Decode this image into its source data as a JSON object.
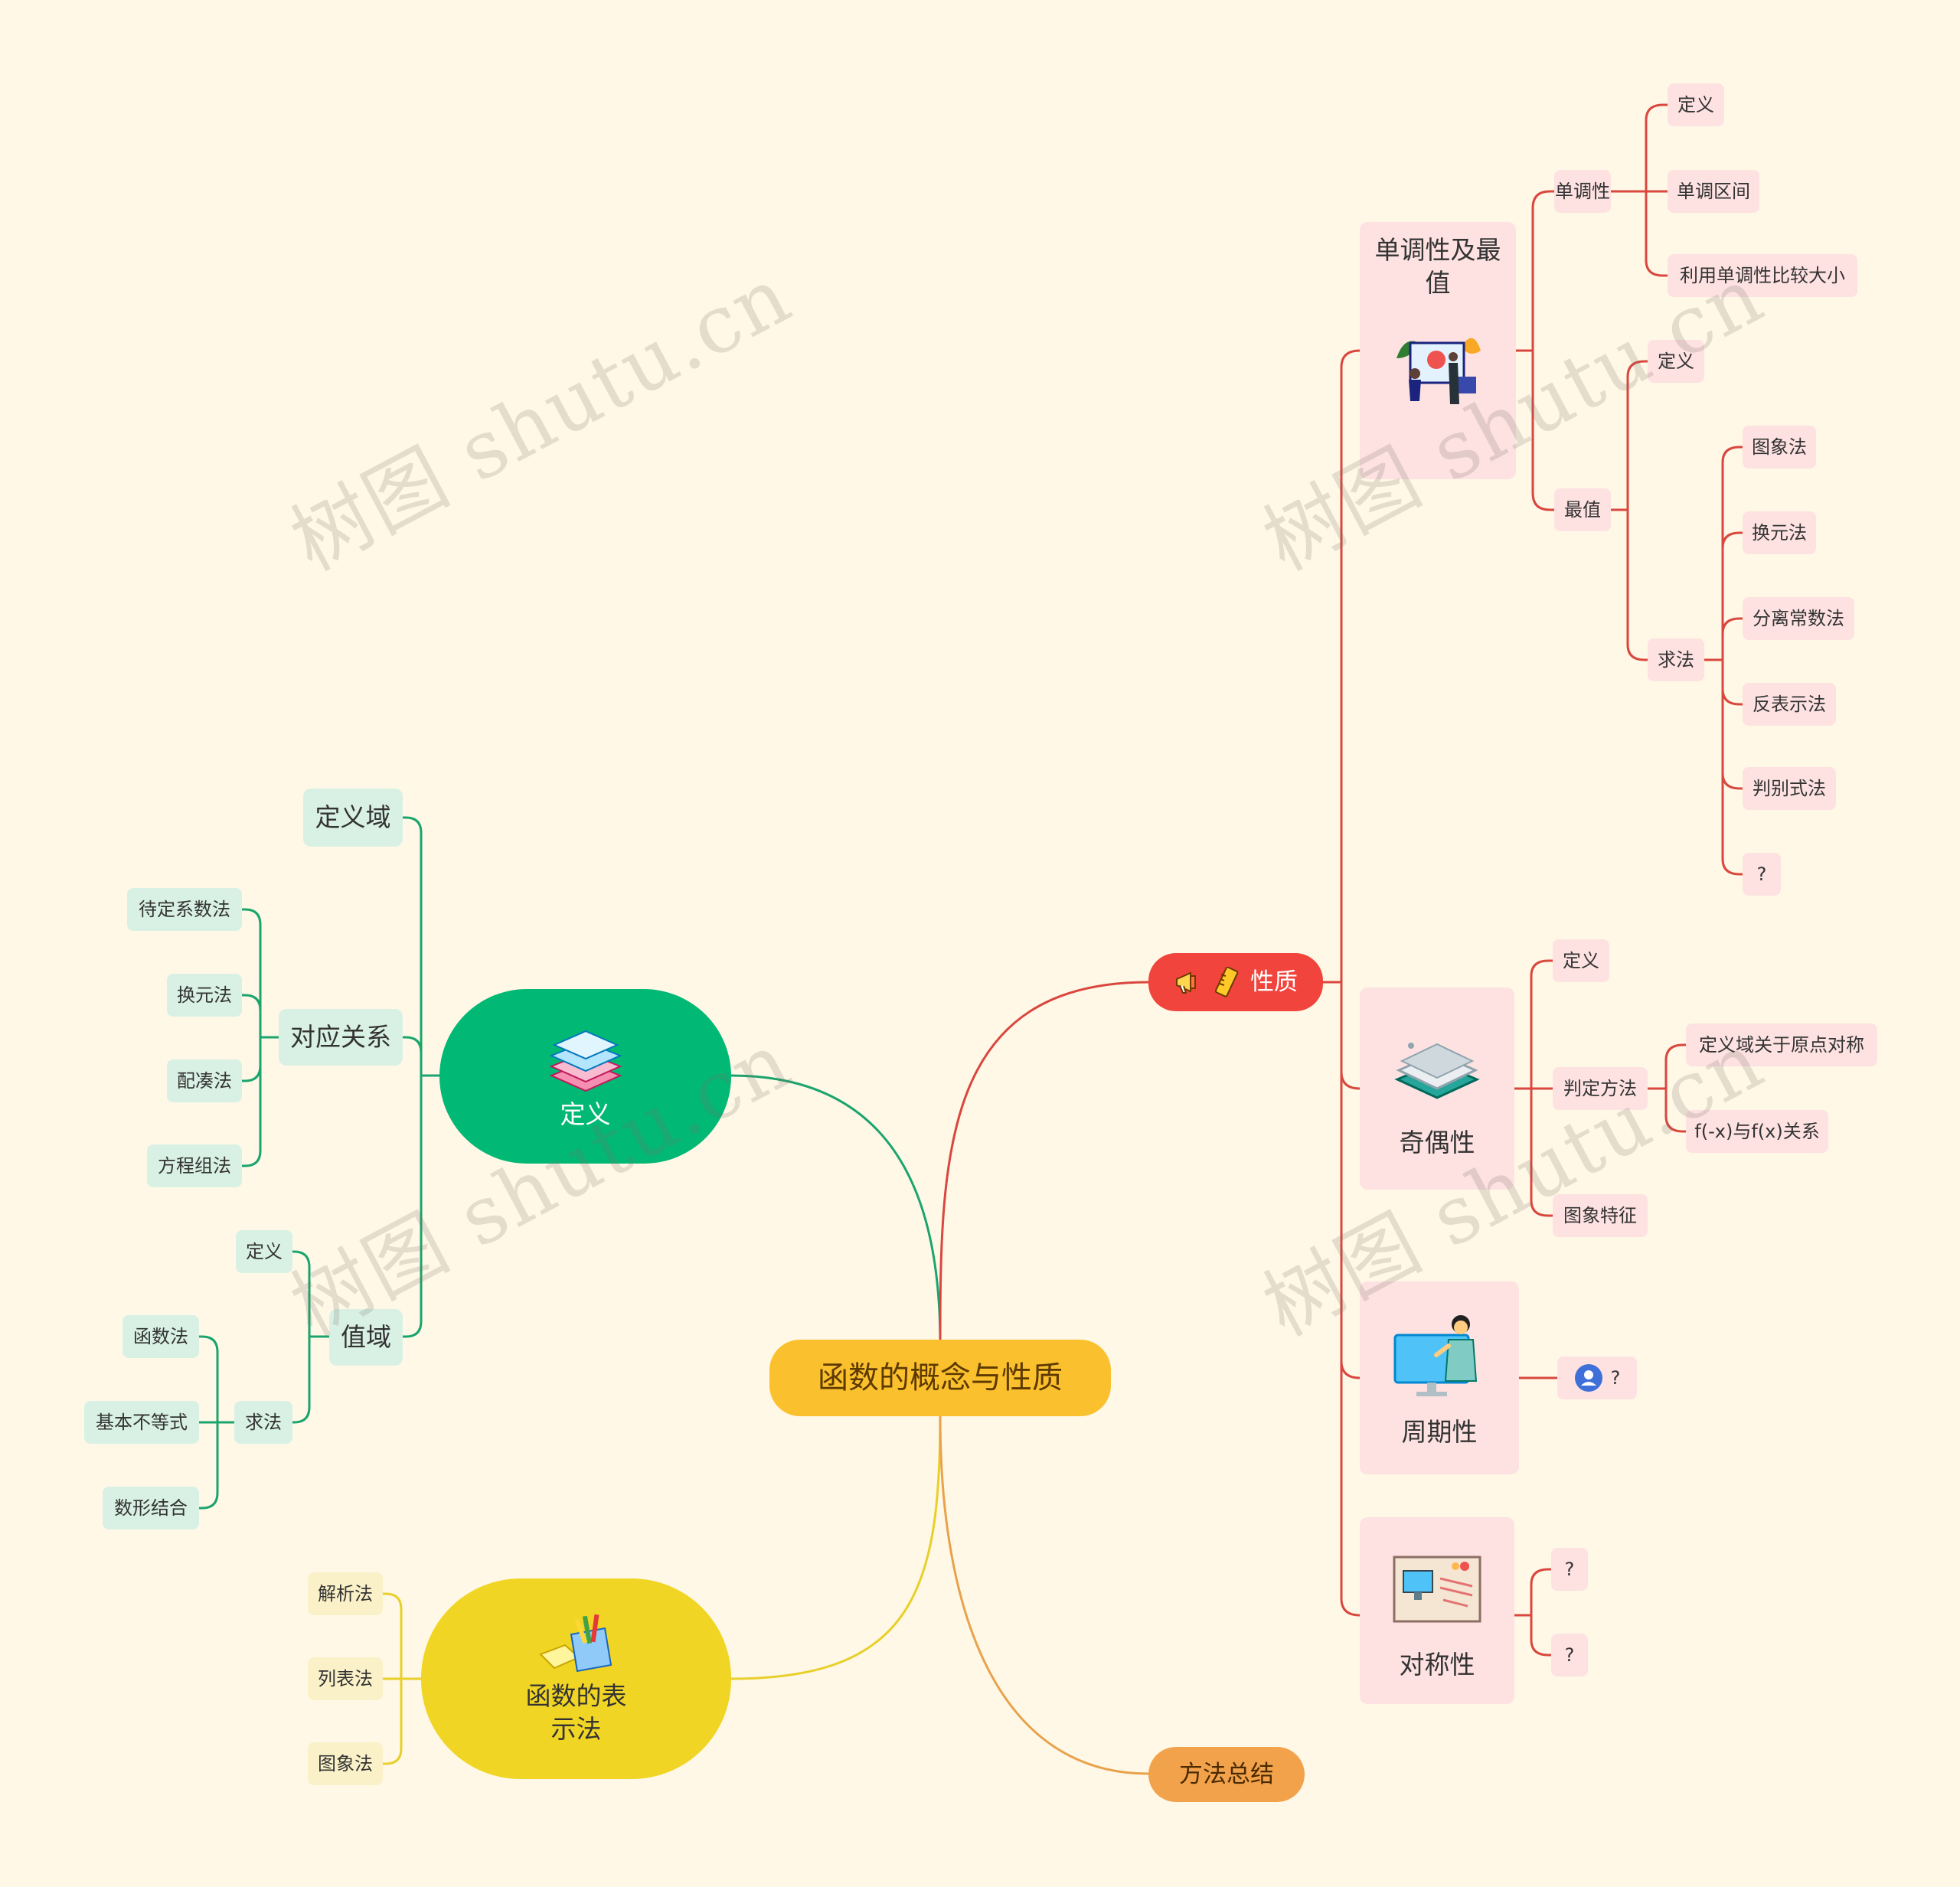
{
  "root": "函数的概念与性质",
  "definition": {
    "label": "定义",
    "domain": "定义域",
    "mapping": {
      "label": "对应关系",
      "methods": [
        "待定系数法",
        "换元法",
        "配凑法",
        "方程组法"
      ]
    },
    "range": {
      "label": "值域",
      "def": "定义",
      "solve": {
        "label": "求法",
        "methods": [
          "函数法",
          "基本不等式",
          "数形结合"
        ]
      }
    }
  },
  "representation": {
    "label": "函数的表\n示法",
    "methods": [
      "解析法",
      "列表法",
      "图象法"
    ]
  },
  "properties": {
    "label": "性质",
    "monotonic": {
      "label": "单调性及最\n值",
      "mono": {
        "label": "单调性",
        "items": [
          "定义",
          "单调区间",
          "利用单调性比较大小"
        ]
      },
      "extreme": {
        "label": "最值",
        "def": "定义",
        "solve": {
          "label": "求法",
          "methods": [
            "图象法",
            "换元法",
            "分离常数法",
            "反表示法",
            "判别式法",
            "?"
          ]
        }
      }
    },
    "parity": {
      "label": "奇偶性",
      "def": "定义",
      "judge": {
        "label": "判定方法",
        "items": [
          "定义域关于原点对称",
          "f(-x)与f(x)关系"
        ]
      },
      "graph": "图象特征"
    },
    "period": {
      "label": "周期性",
      "item": "?"
    },
    "symmetry": {
      "label": "对称性",
      "items": [
        "?",
        "?"
      ]
    }
  },
  "summary": "方法总结",
  "watermark": "树图 shutu.cn",
  "colors": {
    "background": "#fff8e6",
    "root": "#fbc02d",
    "properties": "#f0443c",
    "definition": "#02b875",
    "representation": "#f1d524",
    "summary": "#f3a24c",
    "red_line": "#d9473f",
    "green_line": "#1aa56e",
    "yellow_line": "#e8cf2a",
    "orange_line": "#e8a24c"
  }
}
